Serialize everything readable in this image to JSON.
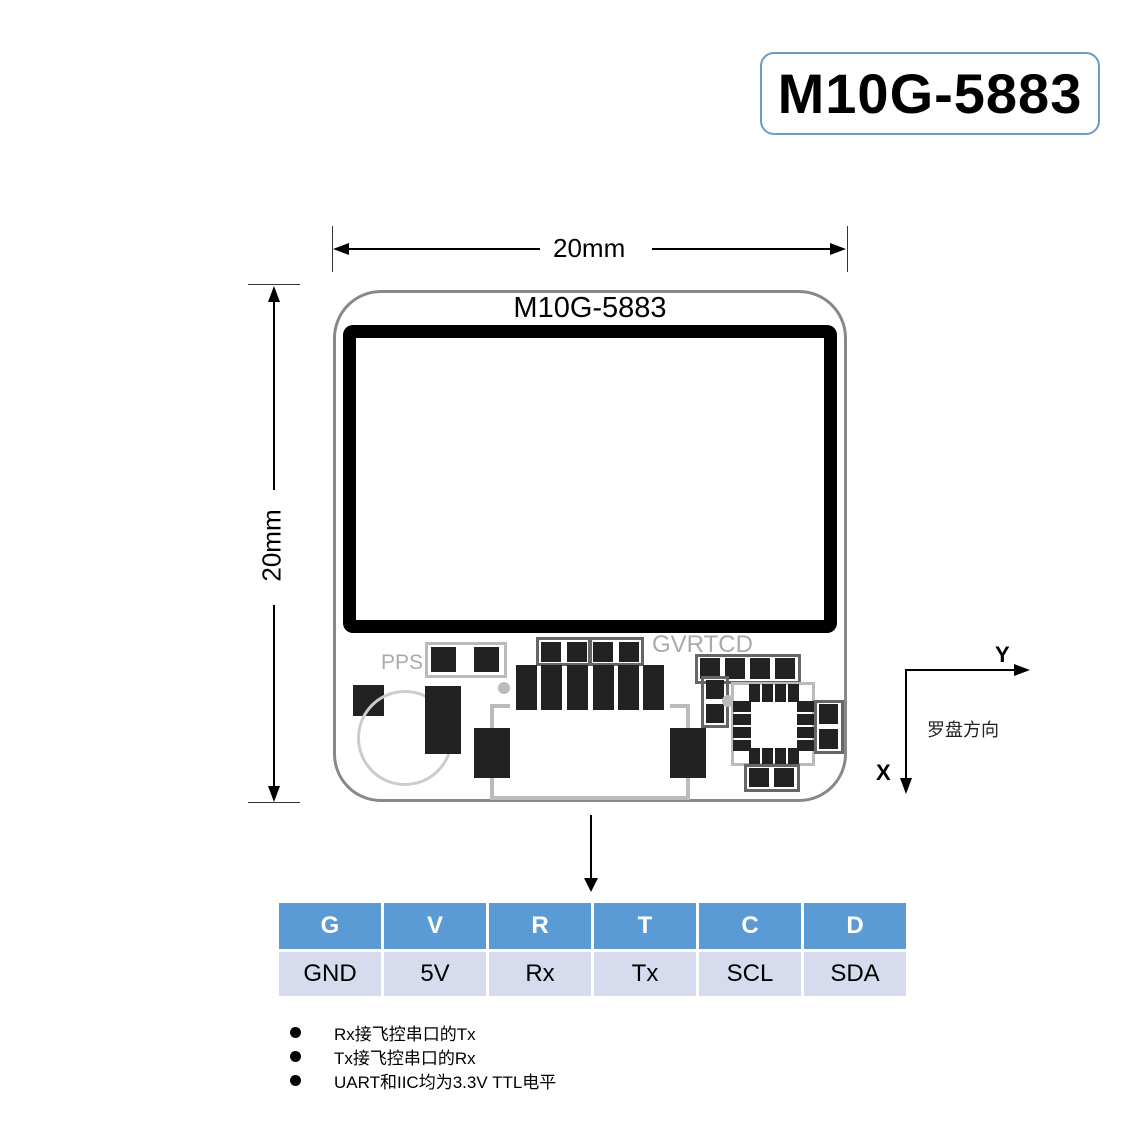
{
  "title_badge": {
    "text": "M10G-5883"
  },
  "dimensions": {
    "width_label": "20mm",
    "height_label": "20mm"
  },
  "pcb": {
    "label": "M10G-5883",
    "pps_label": "PPS",
    "pin_order_label": "GVRTCD"
  },
  "compass": {
    "x_label": "X",
    "y_label": "Y",
    "caption": "罗盘方向"
  },
  "pin_table": {
    "headers": [
      "G",
      "V",
      "R",
      "T",
      "C",
      "D"
    ],
    "values": [
      "GND",
      "5V",
      "Rx",
      "Tx",
      "SCL",
      "SDA"
    ],
    "header_color": "#5b9bd5",
    "row_color": "#d6dced"
  },
  "notes": [
    "Rx接飞控串口的Tx",
    "Tx接飞控串口的Rx",
    "UART和IIC均为3.3V TTL电平"
  ]
}
